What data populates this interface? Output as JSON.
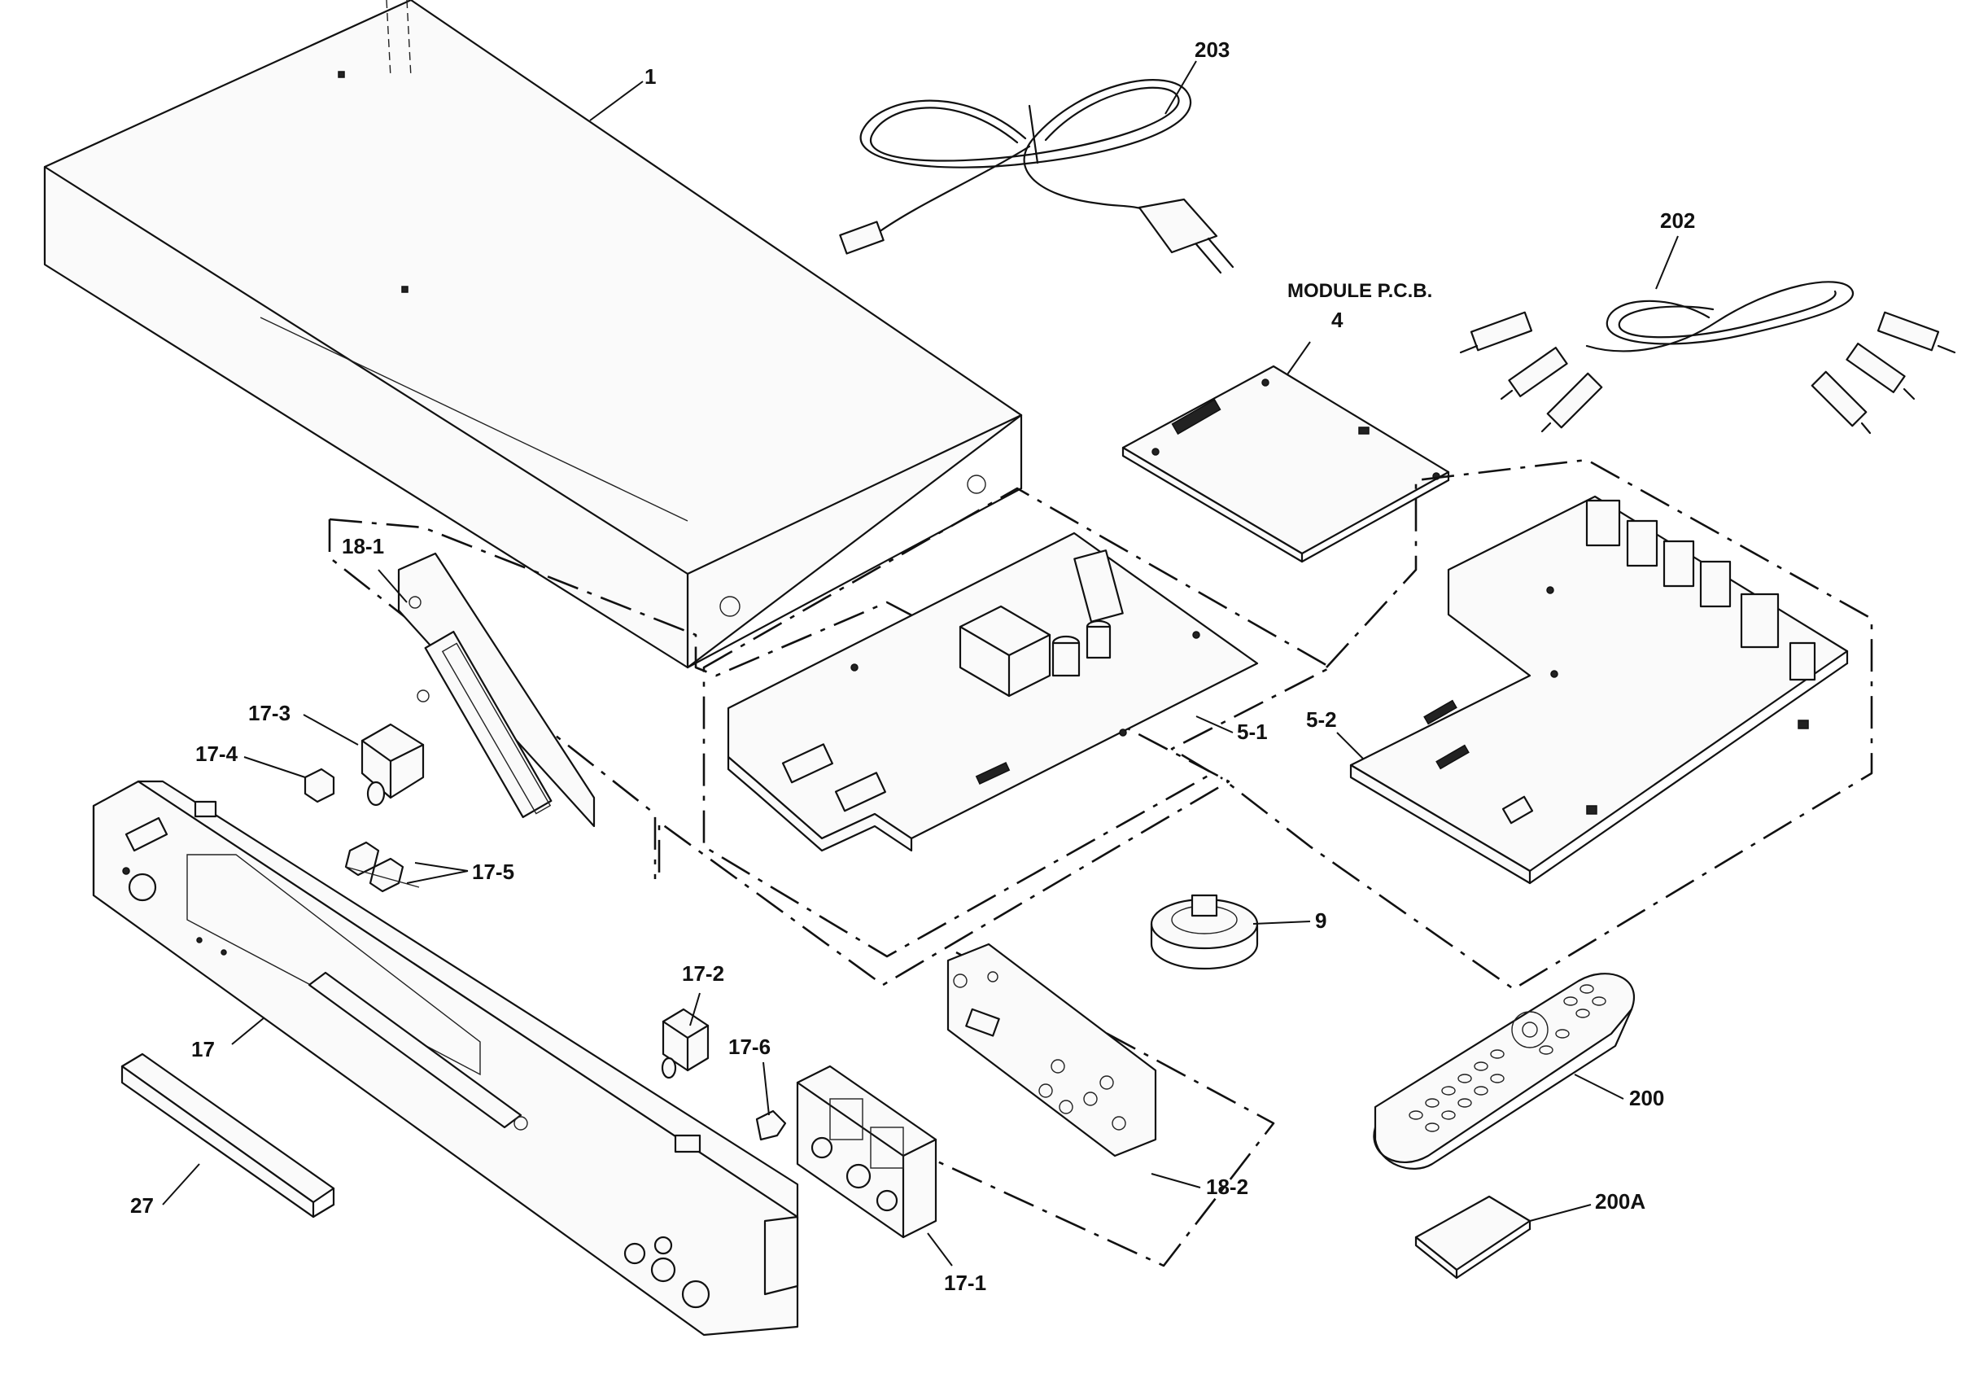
{
  "labels": {
    "p1": "1",
    "p203": "203",
    "p202": "202",
    "module_pcb": "MODULE P.C.B.",
    "p4": "4",
    "p18_1": "18-1",
    "p17_3": "17-3",
    "p17_4": "17-4",
    "p17_5": "17-5",
    "p5_1": "5-1",
    "p5_2": "5-2",
    "p9": "9",
    "p17_2": "17-2",
    "p17_6": "17-6",
    "p17": "17",
    "p27": "27",
    "p18_2": "18-2",
    "p17_1": "17-1",
    "p200": "200",
    "p200a": "200A"
  }
}
